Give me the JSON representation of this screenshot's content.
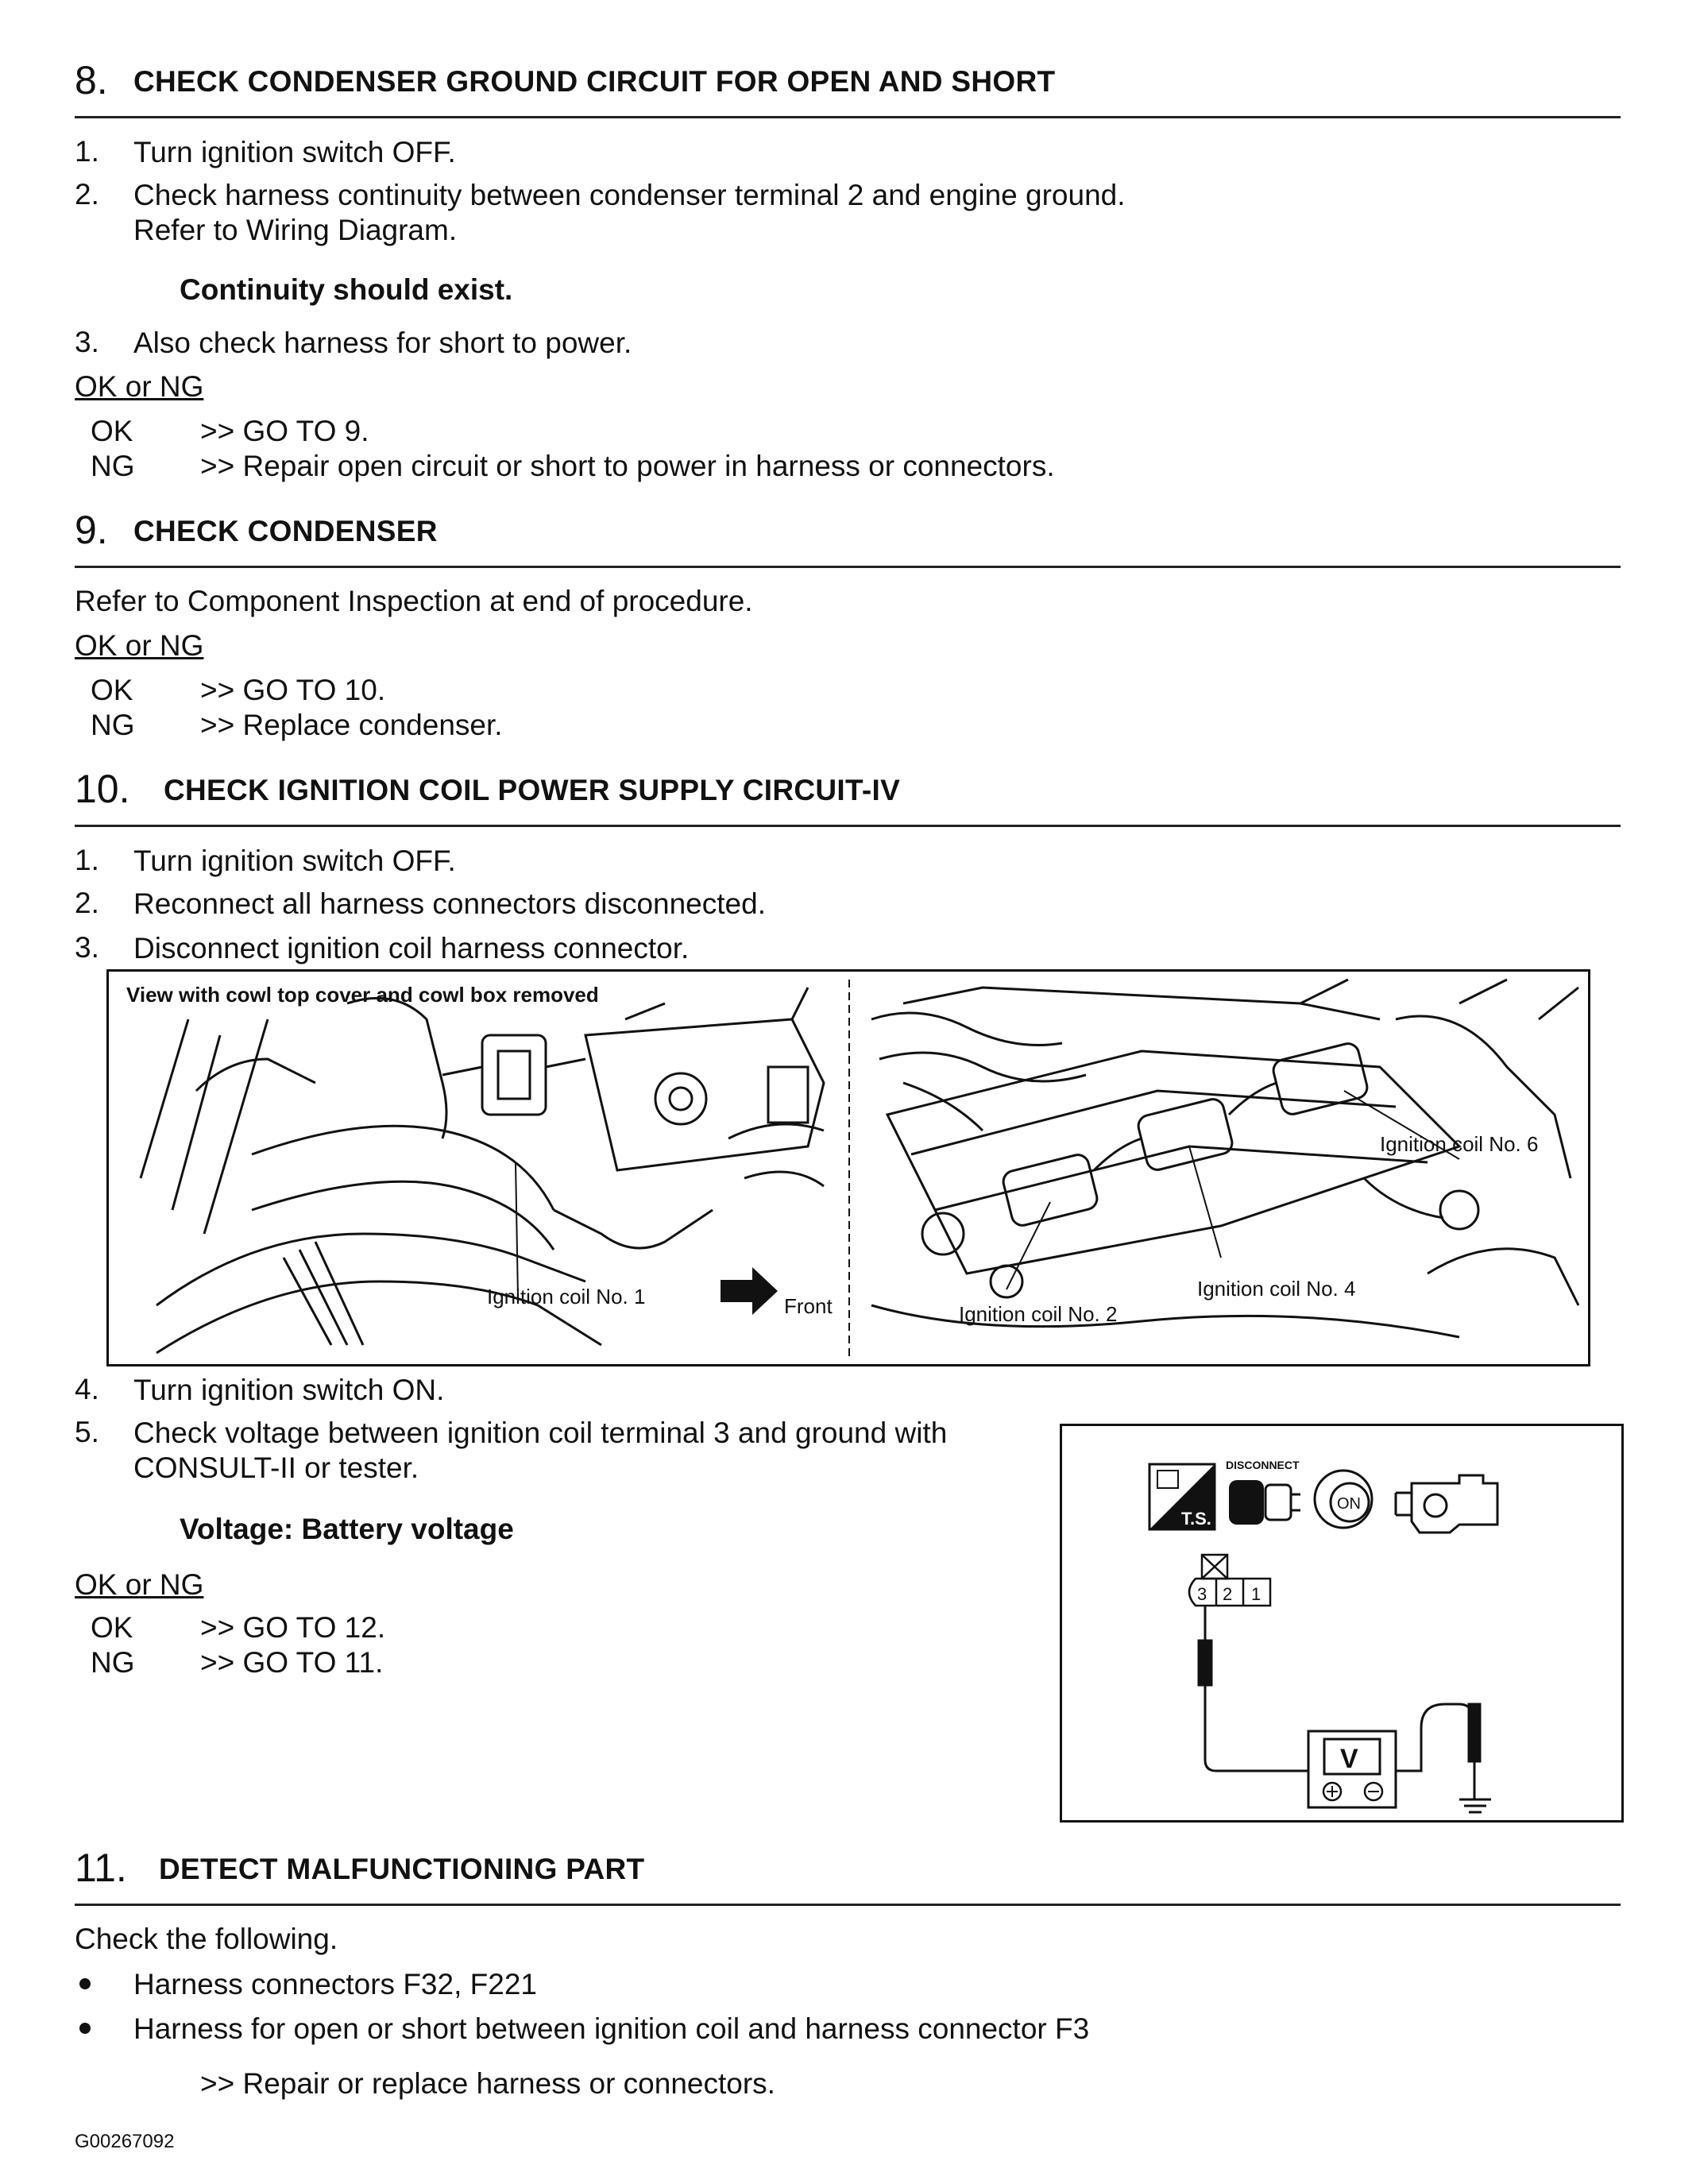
{
  "s8": {
    "number": "8.",
    "title": "CHECK CONDENSER GROUND CIRCUIT FOR OPEN AND SHORT",
    "steps": [
      {
        "n": "1.",
        "text": "Turn ignition switch OFF."
      },
      {
        "n": "2.",
        "text": "Check harness continuity between condenser terminal 2 and engine ground.",
        "text2": "Refer to Wiring Diagram."
      },
      {
        "n": "3.",
        "text": "Also check harness for short to power."
      }
    ],
    "spec": "Continuity should exist.",
    "ok_ng": "OK or NG",
    "ok_label": "OK",
    "ok_action": ">> GO TO 9.",
    "ng_label": "NG",
    "ng_action": ">> Repair open circuit or short to power in harness or connectors."
  },
  "s9": {
    "number": "9.",
    "title": "CHECK CONDENSER",
    "body": "Refer to Component Inspection at end of procedure.",
    "ok_ng": "OK or NG",
    "ok_label": "OK",
    "ok_action": ">> GO TO 10.",
    "ng_label": "NG",
    "ng_action": ">> Replace condenser."
  },
  "s10": {
    "number": "10.",
    "title": "CHECK IGNITION COIL POWER SUPPLY CIRCUIT-IV",
    "steps_a": [
      {
        "n": "1.",
        "text": "Turn ignition switch OFF."
      },
      {
        "n": "2.",
        "text": "Reconnect all harness connectors disconnected."
      },
      {
        "n": "3.",
        "text": "Disconnect ignition coil harness connector."
      }
    ],
    "figure": {
      "caption": "View with cowl top cover and cowl box removed",
      "coil1": "Ignition coil No. 1",
      "front": "Front",
      "coil2": "Ignition coil No. 2",
      "coil4": "Ignition coil No. 4",
      "coil6": "Ignition coil No. 6"
    },
    "steps_b": [
      {
        "n": "4.",
        "text": "Turn ignition switch ON."
      },
      {
        "n": "5.",
        "text": "Check voltage between ignition coil terminal 3 and ground with",
        "text2": "CONSULT-II or tester."
      }
    ],
    "spec": "Voltage: Battery voltage",
    "ok_ng": "OK or NG",
    "ok_label": "OK",
    "ok_action": ">> GO TO 12.",
    "ng_label": "NG",
    "ng_action": ">> GO TO 11.",
    "diagram": {
      "ts": "T.S.",
      "disconnect": "DISCONNECT",
      "on": "ON",
      "pins": [
        "3",
        "2",
        "1"
      ],
      "meter": "V"
    }
  },
  "s11": {
    "number": "11.",
    "title": "DETECT MALFUNCTIONING PART",
    "intro": "Check the following.",
    "bullets": [
      "Harness connectors F32, F221",
      "Harness for open or short between ignition coil and harness connector F3"
    ],
    "action": ">> Repair or replace harness or connectors."
  },
  "footer_code": "G00267092"
}
